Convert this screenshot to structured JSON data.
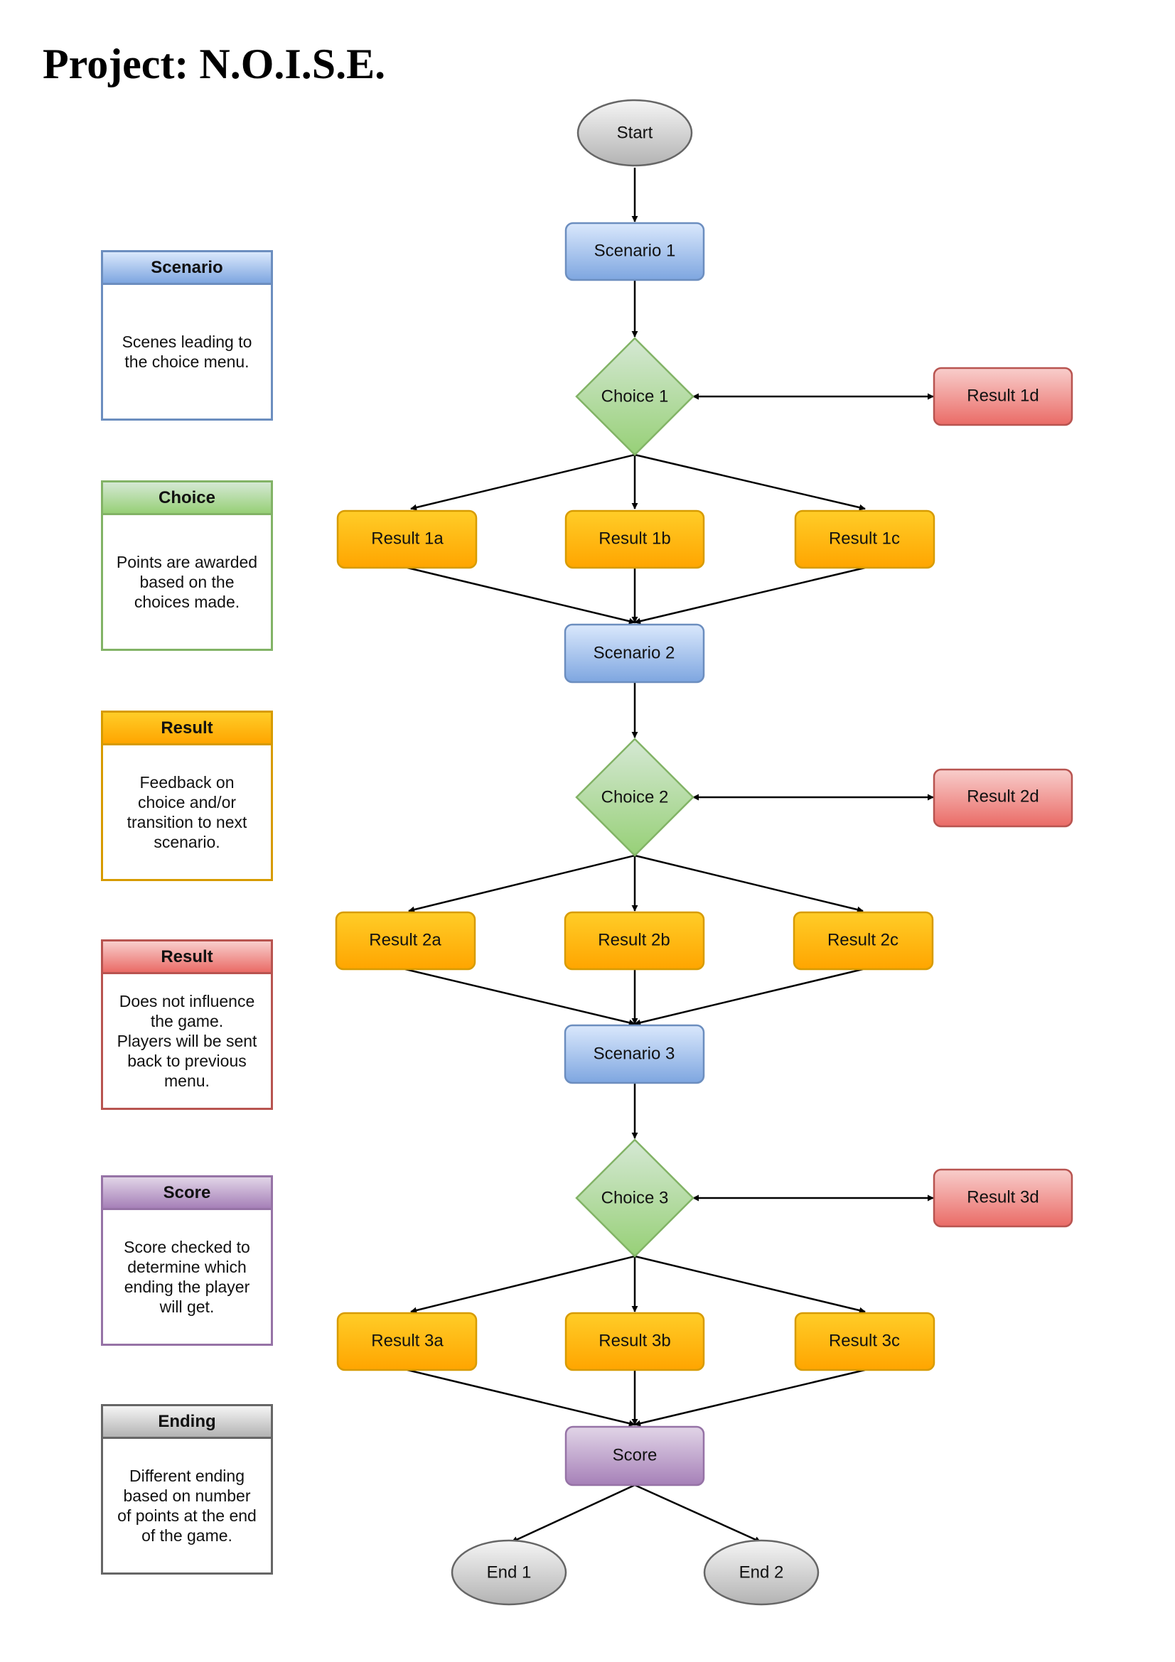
{
  "title": "Project: N.O.I.S.E.",
  "legend": [
    {
      "key": "scenario",
      "header": "Scenario",
      "body": "Scenes leading to\nthe choice menu.",
      "border": "#6c8ebf",
      "header_top": "#dae8fc",
      "header_bottom": "#7ea6e0"
    },
    {
      "key": "choice",
      "header": "Choice",
      "body": "Points are awarded\nbased on the\nchoices made.",
      "border": "#82b366",
      "header_top": "#d5e8d4",
      "header_bottom": "#97d077"
    },
    {
      "key": "result-orange",
      "header": "Result",
      "body": "Feedback on\nchoice and/or\ntransition to next\nscenario.",
      "border": "#d79b00",
      "header_top": "#ffcd28",
      "header_bottom": "#ffa500"
    },
    {
      "key": "result-red",
      "header": "Result",
      "body": "Does not influence\nthe game.\nPlayers will be sent\nback to previous\nmenu.",
      "border": "#b85450",
      "header_top": "#f8cecc",
      "header_bottom": "#ea6b66"
    },
    {
      "key": "score",
      "header": "Score",
      "body": "Score checked to\ndetermine which\nending the player\nwill get.",
      "border": "#9673a6",
      "header_top": "#e1d5e7",
      "header_bottom": "#a680b8"
    },
    {
      "key": "ending",
      "header": "Ending",
      "body": "Different ending\nbased on number\nof points at the end\nof the game.",
      "border": "#666666",
      "header_top": "#f5f5f5",
      "header_bottom": "#b3b3b3"
    }
  ],
  "nodes": {
    "start": "Start",
    "scenario1": "Scenario 1",
    "choice1": "Choice 1",
    "result1a": "Result 1a",
    "result1b": "Result 1b",
    "result1c": "Result 1c",
    "result1d": "Result 1d",
    "scenario2": "Scenario 2",
    "choice2": "Choice 2",
    "result2a": "Result 2a",
    "result2b": "Result 2b",
    "result2c": "Result 2c",
    "result2d": "Result 2d",
    "scenario3": "Scenario 3",
    "choice3": "Choice 3",
    "result3a": "Result 3a",
    "result3b": "Result 3b",
    "result3c": "Result 3c",
    "result3d": "Result 3d",
    "score": "Score",
    "end1": "End 1",
    "end2": "End 2"
  },
  "colors": {
    "blue_top": "#dae8fc",
    "blue_bottom": "#7ea6e0",
    "blue_stroke": "#6c8ebf",
    "green_top": "#d5e8d4",
    "green_bottom": "#97d077",
    "green_stroke": "#82b366",
    "orange_top": "#ffcd28",
    "orange_bottom": "#ffa500",
    "orange_stroke": "#d79b00",
    "red_top": "#f8cecc",
    "red_bottom": "#ea6b66",
    "red_stroke": "#b85450",
    "purple_top": "#e1d5e7",
    "purple_bottom": "#a680b8",
    "purple_stroke": "#9673a6",
    "grey_top": "#f5f5f5",
    "grey_bottom": "#b3b3b3",
    "grey_stroke": "#666666"
  }
}
